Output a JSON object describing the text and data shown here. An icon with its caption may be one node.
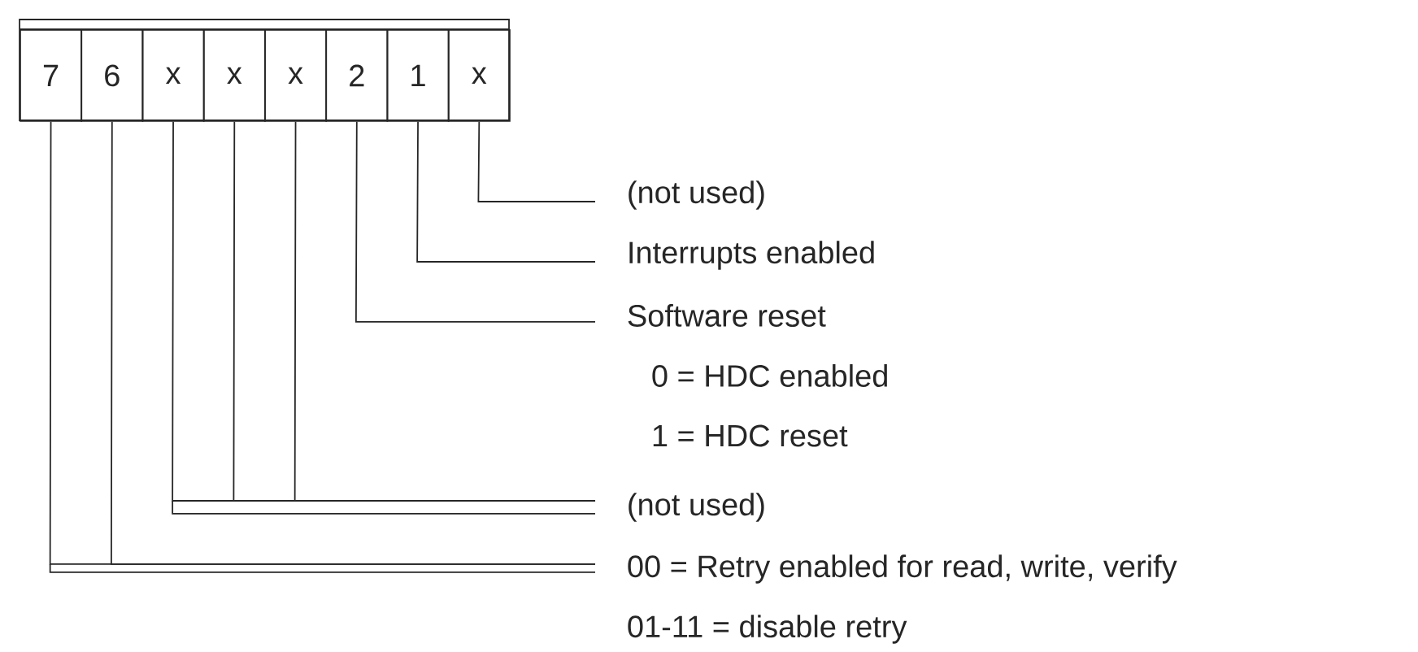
{
  "diagram": {
    "nodes": [
      {
        "text": [],
        "shape": "box"
      },
      {
        "text": [
          "7"
        ],
        "in": 0
      },
      {
        "text": [
          "6"
        ],
        "in": 0
      },
      {
        "text": [
          "x"
        ],
        "in": 0
      },
      {
        "text": [
          "x"
        ],
        "in": 0
      },
      {
        "text": [
          "x"
        ],
        "in": 0
      },
      {
        "text": [
          "2"
        ],
        "in": 0
      },
      {
        "text": [
          "1"
        ],
        "in": 0
      },
      {
        "text": [
          "x"
        ],
        "in": 0
      },
      {
        "text": [
          "(not used)"
        ]
      },
      {
        "text": [
          "Interrupts enabled"
        ]
      },
      {
        "text": [
          "Software reset"
        ],
        "beside": [
          "0 = HDC enabled",
          "1 = HDC reset"
        ]
      },
      {
        "text": [
          "(not used)"
        ]
      },
      {
        "text": [
          "00 = Retry enabled for read, write, verify"
        ],
        "beside": [
          "01-11 = disable retry"
        ]
      }
    ],
    "edges": [
      {
        "from": 8,
        "to": 9,
        "arrow": "none"
      },
      {
        "from": 7,
        "to": 10,
        "arrow": "none"
      },
      {
        "from": 6,
        "to": 11,
        "arrow": "none"
      },
      {
        "from": 3,
        "to": 12,
        "arrow": "none"
      },
      {
        "from": 4,
        "to": 12,
        "arrow": "none"
      },
      {
        "from": 5,
        "to": 12,
        "arrow": "none"
      },
      {
        "from": 1,
        "to": 13,
        "arrow": "none"
      },
      {
        "from": 2,
        "to": 13,
        "arrow": "none"
      }
    ]
  }
}
